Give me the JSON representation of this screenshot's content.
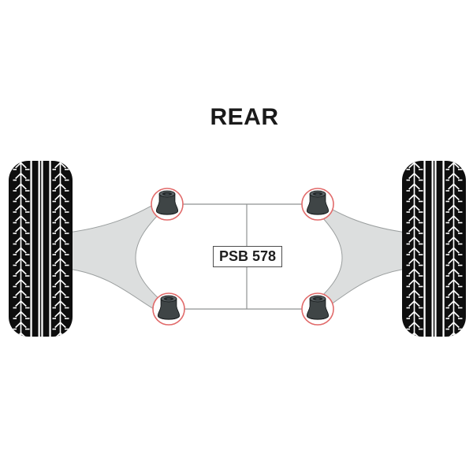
{
  "title": {
    "text": "REAR"
  },
  "diagram": {
    "part_label": {
      "text": "PSB 578"
    },
    "bushing_callouts": [
      {
        "position": "top-left"
      },
      {
        "position": "top-right"
      },
      {
        "position": "bottom-left"
      },
      {
        "position": "bottom-right"
      }
    ],
    "wheels": [
      {
        "position": "left"
      },
      {
        "position": "right"
      }
    ],
    "colors": {
      "callout_red": "#e16a6a",
      "arm_gray": "#dcdede",
      "arm_outline": "#9a9e9e",
      "tire_black": "#0e0e0e",
      "tread_white": "#ffffff",
      "bushing_dark": "#3f4546",
      "line_gray": "#8f9292",
      "label_border": "#4d4d4d",
      "text_color": "#1a1a1a"
    }
  }
}
